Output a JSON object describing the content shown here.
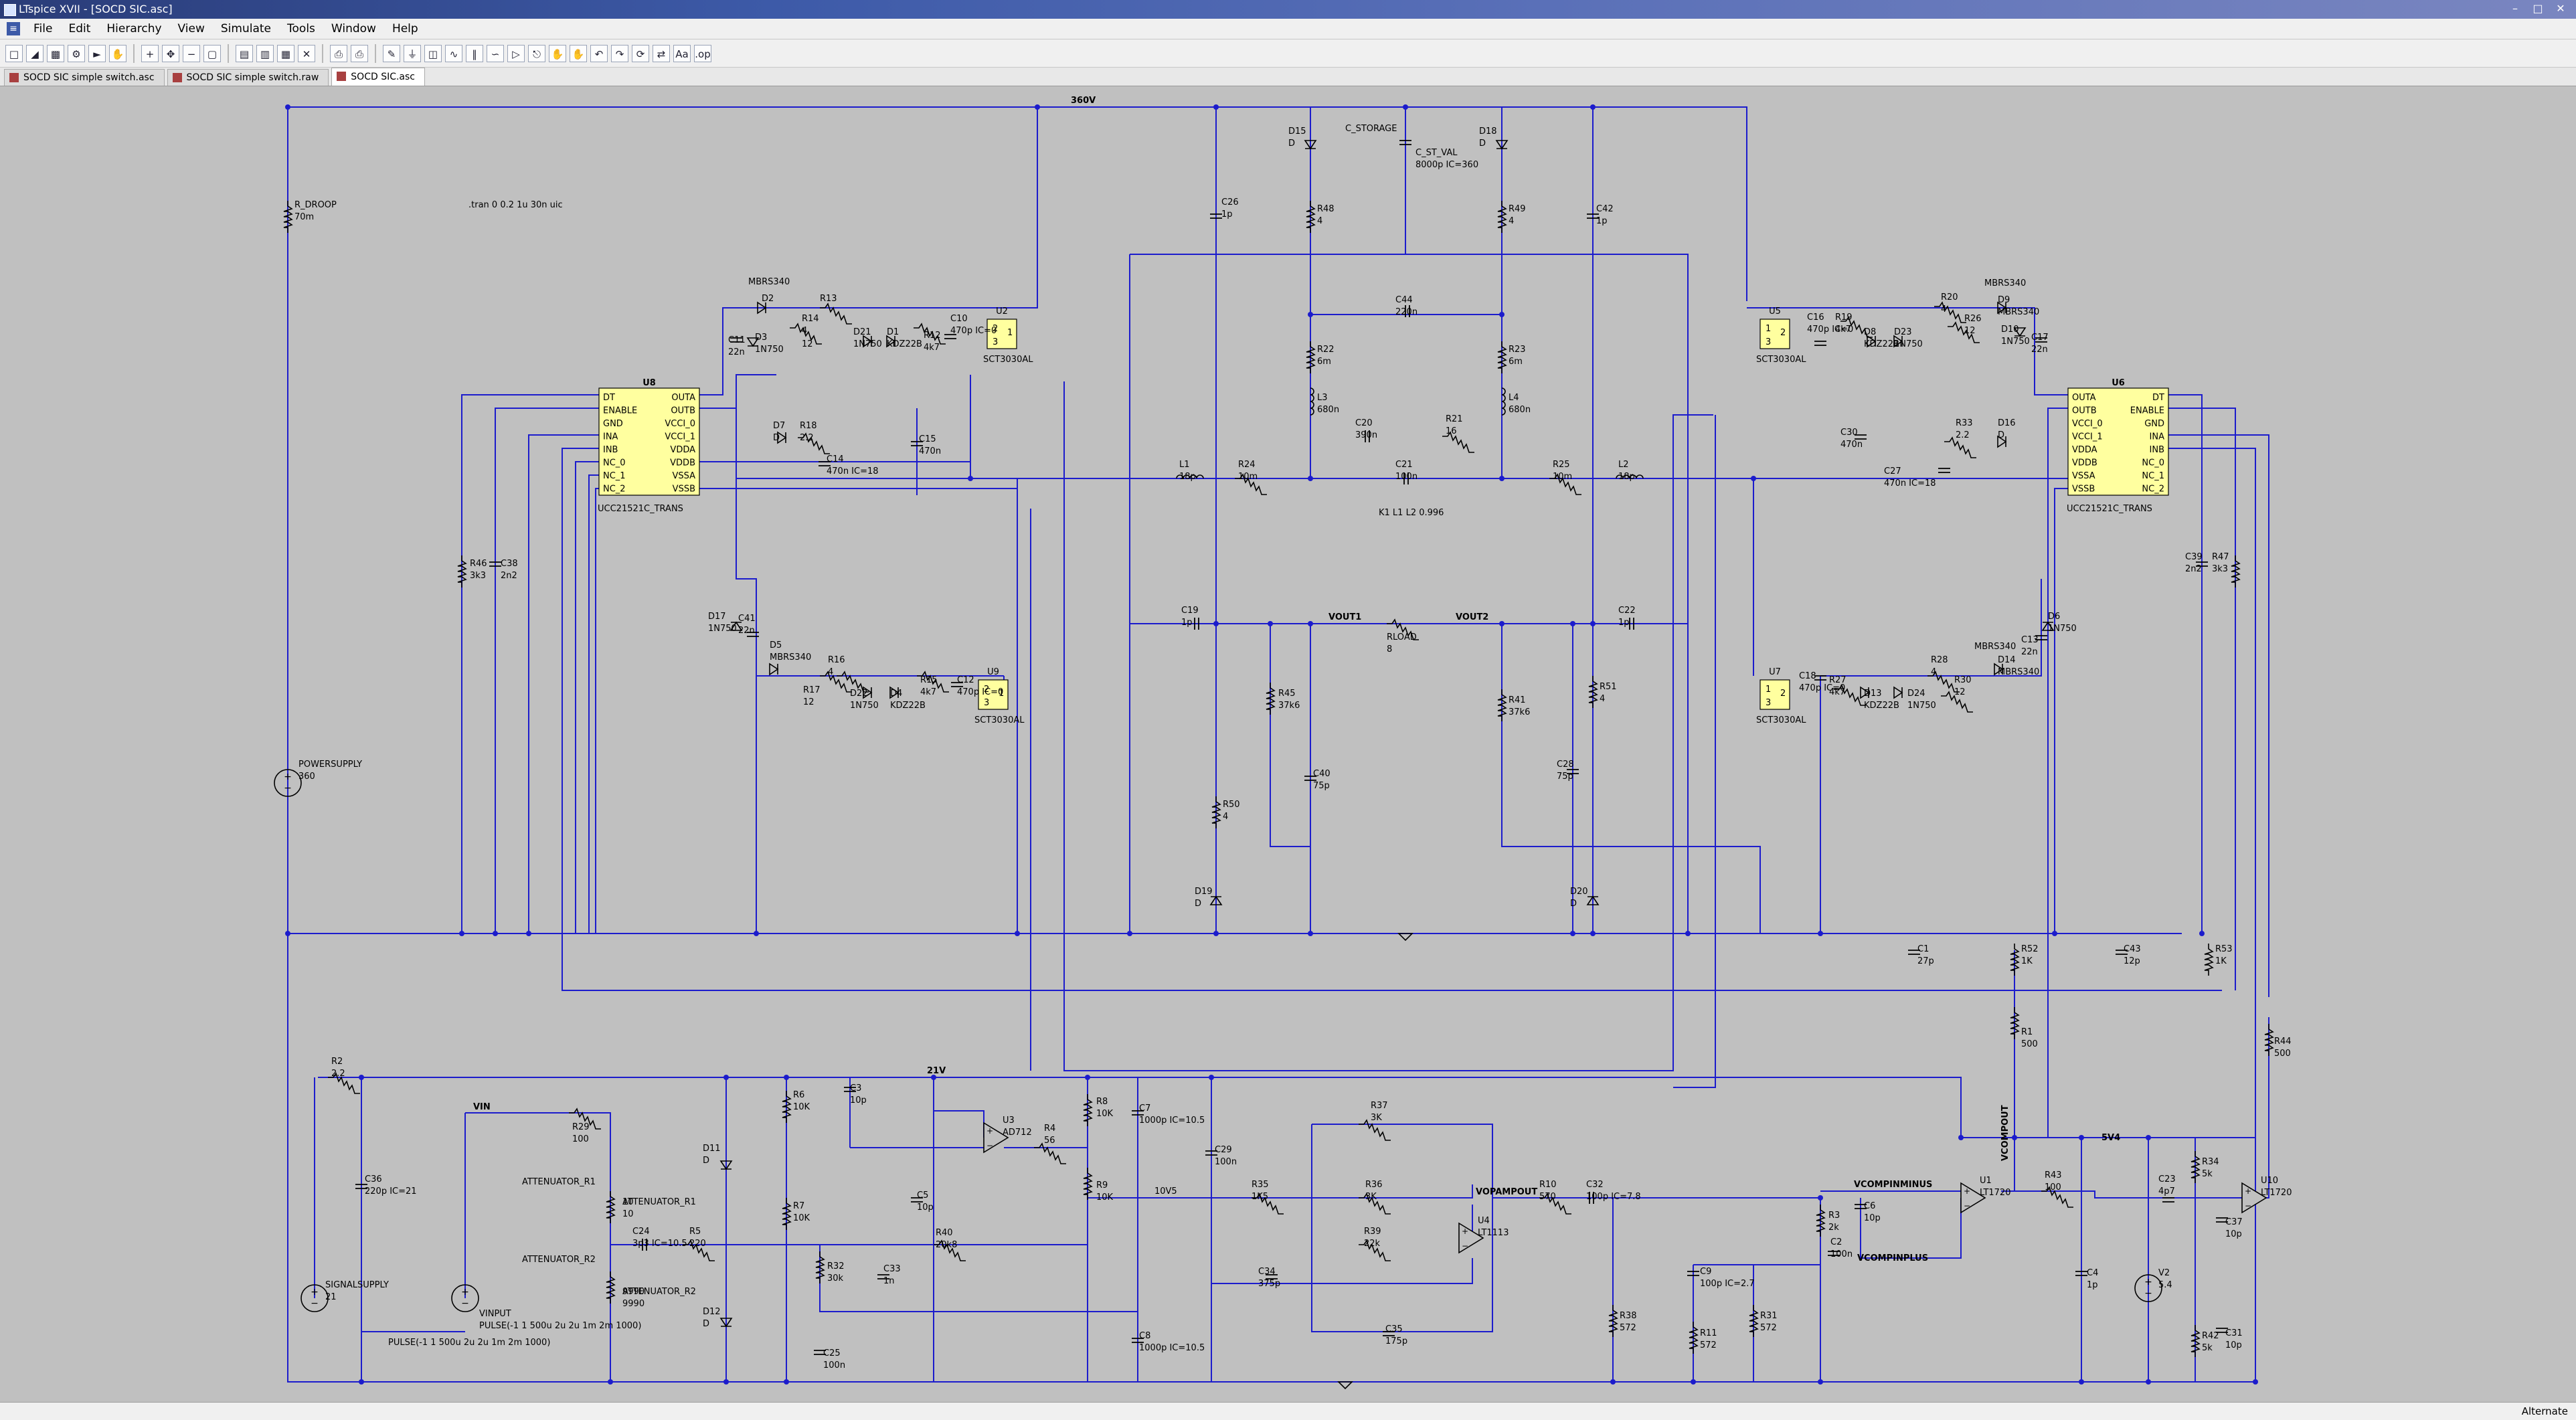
{
  "window": {
    "title": "LTspice XVII - [SOCD SIC.asc]"
  },
  "menu": [
    "File",
    "Edit",
    "Hierarchy",
    "View",
    "Simulate",
    "Tools",
    "Window",
    "Help"
  ],
  "tabs": [
    {
      "label": "SOCD SIC simple switch.asc"
    },
    {
      "label": "SOCD SIC simple switch.raw"
    },
    {
      "label": "SOCD SIC.asc"
    }
  ],
  "toolbar": {
    "op_label": "Aa",
    "op2": ".op"
  },
  "status": {
    "mode": "Alternate"
  },
  "colors": {
    "wire": "#1c1ccc",
    "bg": "#c0c0c0",
    "ic_fill": "#ffff9f",
    "text": "#000000"
  },
  "schematic": {
    "directive_tran": ".tran 0 0.2 1u 30n uic",
    "coupling": "K1 L1 L2 0.996",
    "nets": {
      "hv": "360V",
      "v21": "21V",
      "v5v4": "5V4",
      "vout1": "VOUT1",
      "vout2": "VOUT2",
      "vin": "VIN",
      "vopampout": "VOPAMPOUT",
      "vcompminus": "VCOMPINMINUS",
      "vcompplus": "VCOMPINPLUS",
      "vcompout": "VCOMPOUT"
    },
    "drivers": {
      "left": {
        "ref": "U8",
        "model": "UCC21521C_TRANS",
        "pins_l": [
          "DT",
          "ENABLE",
          "GND",
          "INA",
          "INB",
          "NC_0",
          "NC_1",
          "NC_2"
        ],
        "pins_r": [
          "OUTA",
          "OUTB",
          "VCCI_0",
          "VCCI_1",
          "VDDA",
          "VDDB",
          "VSSA",
          "VSSB"
        ]
      },
      "right": {
        "ref": "U6",
        "model": "UCC21521C_TRANS",
        "pins_l": [
          "OUTA",
          "OUTB",
          "VCCI_0",
          "VCCI_1",
          "VDDA",
          "VDDB",
          "VSSA",
          "VSSB"
        ],
        "pins_r": [
          "DT",
          "ENABLE",
          "GND",
          "INA",
          "INB",
          "NC_0",
          "NC_1",
          "NC_2"
        ]
      }
    },
    "mosfets": [
      {
        "ref": "U2",
        "model": "SCT3030AL",
        "p1": "2",
        "p2": "1",
        "p3": "3"
      },
      {
        "ref": "U9",
        "model": "SCT3030AL",
        "p1": "2",
        "p2": "1",
        "p3": "3"
      },
      {
        "ref": "U5",
        "model": "SCT3030AL",
        "p1": "1",
        "p2": "2",
        "p3": "3"
      },
      {
        "ref": "U7",
        "model": "SCT3030AL",
        "p1": "1",
        "p2": "2",
        "p3": "3"
      }
    ],
    "components": [
      {
        "ref": "R_DROOP",
        "val": "70m"
      },
      {
        "ref": "POWERSUPPLY",
        "val": "360"
      },
      {
        "ref": "R46",
        "val": "3k3"
      },
      {
        "ref": "C38",
        "val": "2n2"
      },
      {
        "ref": "MBRS340",
        "val": ""
      },
      {
        "ref": "D2",
        "val": ""
      },
      {
        "ref": "R13",
        "val": ""
      },
      {
        "ref": "R14",
        "val": "4"
      },
      {
        "ref": "12",
        "val": ""
      },
      {
        "ref": "C11",
        "val": "22n"
      },
      {
        "ref": "D3",
        "val": "1N750"
      },
      {
        "ref": "D21",
        "val": "1N750"
      },
      {
        "ref": "D1",
        "val": "KDZ22B"
      },
      {
        "ref": "R12",
        "val": "4k7"
      },
      {
        "ref": "C10",
        "val": "470p IC=0"
      },
      {
        "ref": "D7",
        "val": "D"
      },
      {
        "ref": "R18",
        "val": "2.2"
      },
      {
        "ref": "C14",
        "val": "470n IC=18"
      },
      {
        "ref": "C15",
        "val": "470n"
      },
      {
        "ref": "D17",
        "val": "1N750"
      },
      {
        "ref": "C41",
        "val": "22n"
      },
      {
        "ref": "D5",
        "val": "MBRS340"
      },
      {
        "ref": "R17",
        "val": "12"
      },
      {
        "ref": "R16",
        "val": "4"
      },
      {
        "ref": "D22",
        "val": "1N750"
      },
      {
        "ref": "D4",
        "val": "KDZ22B"
      },
      {
        "ref": "R15",
        "val": "4k7"
      },
      {
        "ref": "C12",
        "val": "470p IC=0"
      },
      {
        "ref": "D15",
        "val": "D"
      },
      {
        "ref": "C_STORAGE",
        "val": ""
      },
      {
        "ref": "C_ST_VAL",
        "val": "8000p IC=360"
      },
      {
        "ref": "D18",
        "val": "D"
      },
      {
        "ref": "C26",
        "val": "1p"
      },
      {
        "ref": "R48",
        "val": "4"
      },
      {
        "ref": "R49",
        "val": "4"
      },
      {
        "ref": "C42",
        "val": "1p"
      },
      {
        "ref": "C44",
        "val": "220n"
      },
      {
        "ref": "R22",
        "val": "6m"
      },
      {
        "ref": "R23",
        "val": "6m"
      },
      {
        "ref": "L3",
        "val": "680n"
      },
      {
        "ref": "L4",
        "val": "680n"
      },
      {
        "ref": "C20",
        "val": "390n"
      },
      {
        "ref": "R21",
        "val": "16"
      },
      {
        "ref": "L1",
        "val": "18p"
      },
      {
        "ref": "R24",
        "val": "10m"
      },
      {
        "ref": "C21",
        "val": "100n"
      },
      {
        "ref": "R25",
        "val": "10m"
      },
      {
        "ref": "L2",
        "val": "18p"
      },
      {
        "ref": "C19",
        "val": "1p"
      },
      {
        "ref": "RLOAD",
        "val": "8"
      },
      {
        "ref": "C22",
        "val": "1p"
      },
      {
        "ref": "R45",
        "val": "37k6"
      },
      {
        "ref": "R41",
        "val": "37k6"
      },
      {
        "ref": "R51",
        "val": "4"
      },
      {
        "ref": "C40",
        "val": "75p"
      },
      {
        "ref": "C28",
        "val": "75p"
      },
      {
        "ref": "R50",
        "val": "4"
      },
      {
        "ref": "D19",
        "val": "D"
      },
      {
        "ref": "D20",
        "val": "D"
      },
      {
        "ref": "C16",
        "val": "470p IC=0"
      },
      {
        "ref": "R19",
        "val": "4k7"
      },
      {
        "ref": "D8",
        "val": "KDZ22B"
      },
      {
        "ref": "D23",
        "val": "1N750"
      },
      {
        "ref": "R20",
        "val": "4"
      },
      {
        "ref": "R26",
        "val": "12"
      },
      {
        "ref": "D9",
        "val": "MBRS340"
      },
      {
        "ref": "D10",
        "val": "1N750"
      },
      {
        "ref": "C17",
        "val": "22n"
      },
      {
        "ref": "C30",
        "val": "470n"
      },
      {
        "ref": "R33",
        "val": "2.2"
      },
      {
        "ref": "D16",
        "val": "D"
      },
      {
        "ref": "C27",
        "val": "470n IC=18"
      },
      {
        "ref": "C39",
        "val": "2n2"
      },
      {
        "ref": "R47",
        "val": "3k3"
      },
      {
        "ref": "C18",
        "val": "470p IC=0"
      },
      {
        "ref": "R27",
        "val": "4k7"
      },
      {
        "ref": "D13",
        "val": "KDZ22B"
      },
      {
        "ref": "D24",
        "val": "1N750"
      },
      {
        "ref": "R28",
        "val": "4"
      },
      {
        "ref": "R30",
        "val": "12"
      },
      {
        "ref": "D14",
        "val": "MBRS340"
      },
      {
        "ref": "C13",
        "val": "22n"
      },
      {
        "ref": "D6",
        "val": "1N750"
      },
      {
        "ref": "C1",
        "val": "27p"
      },
      {
        "ref": "R52",
        "val": "1K"
      },
      {
        "ref": "C43",
        "val": "12p"
      },
      {
        "ref": "R53",
        "val": "1K"
      },
      {
        "ref": "R1",
        "val": "500"
      },
      {
        "ref": "R44",
        "val": "500"
      },
      {
        "ref": "R2",
        "val": "2.2"
      },
      {
        "ref": "C36",
        "val": "220p IC=21"
      },
      {
        "ref": "SIGNALSUPPLY",
        "val": "21"
      },
      {
        "ref": "R29",
        "val": "100"
      },
      {
        "ref": "ATTENUATOR_R1",
        "val": "10"
      },
      {
        "ref": "ATTENUATOR_R2",
        "val": "9990"
      },
      {
        "ref": "C24",
        "val": "3p3 IC=10.5"
      },
      {
        "ref": "R5",
        "val": "220"
      },
      {
        "ref": "VINPUT",
        "val": "PULSE(-1 1 500u 2u 2u 1m 2m 1000)"
      },
      {
        "ref": "D11",
        "val": "D"
      },
      {
        "ref": "D12",
        "val": "D"
      },
      {
        "ref": "R6",
        "val": "10K"
      },
      {
        "ref": "R7",
        "val": "10K"
      },
      {
        "ref": "C3",
        "val": "10p"
      },
      {
        "ref": "U3",
        "val": "AD712"
      },
      {
        "ref": "R32",
        "val": "30k"
      },
      {
        "ref": "C33",
        "val": "1n"
      },
      {
        "ref": "C25",
        "val": "100n"
      },
      {
        "ref": "C5",
        "val": "10p"
      },
      {
        "ref": "R40",
        "val": "20k8"
      },
      {
        "ref": "R4",
        "val": "56"
      },
      {
        "ref": "R8",
        "val": "10K"
      },
      {
        "ref": "R9",
        "val": "10K"
      },
      {
        "ref": "C7",
        "val": "1000p IC=10.5"
      },
      {
        "ref": "C8",
        "val": "1000p IC=10.5"
      },
      {
        "ref": "C29",
        "val": "100n"
      },
      {
        "ref": "10V5",
        "val": ""
      },
      {
        "ref": "R35",
        "val": "1K5"
      },
      {
        "ref": "R36",
        "val": "3K"
      },
      {
        "ref": "R37",
        "val": "3K"
      },
      {
        "ref": "R39",
        "val": "22k"
      },
      {
        "ref": "C34",
        "val": "375p"
      },
      {
        "ref": "C35",
        "val": "175p"
      },
      {
        "ref": "U4",
        "val": "LT1113"
      },
      {
        "ref": "R10",
        "val": "570"
      },
      {
        "ref": "C32",
        "val": "100p IC=7.8"
      },
      {
        "ref": "R38",
        "val": "572"
      },
      {
        "ref": "C9",
        "val": "100p IC=2.7"
      },
      {
        "ref": "R11",
        "val": "572"
      },
      {
        "ref": "R31",
        "val": "572"
      },
      {
        "ref": "R3",
        "val": "2k"
      },
      {
        "ref": "C6",
        "val": "10p"
      },
      {
        "ref": "C2",
        "val": "100n"
      },
      {
        "ref": "U1",
        "val": "LT1720"
      },
      {
        "ref": "R43",
        "val": "100"
      },
      {
        "ref": "C4",
        "val": "1p"
      },
      {
        "ref": "C23",
        "val": "4p7"
      },
      {
        "ref": "R34",
        "val": "5k"
      },
      {
        "ref": "R42",
        "val": "5k"
      },
      {
        "ref": "V2",
        "val": "5.4"
      },
      {
        "ref": "C37",
        "val": "10p"
      },
      {
        "ref": "C31",
        "val": "10p"
      },
      {
        "ref": "U10",
        "val": "LT1720"
      }
    ]
  }
}
